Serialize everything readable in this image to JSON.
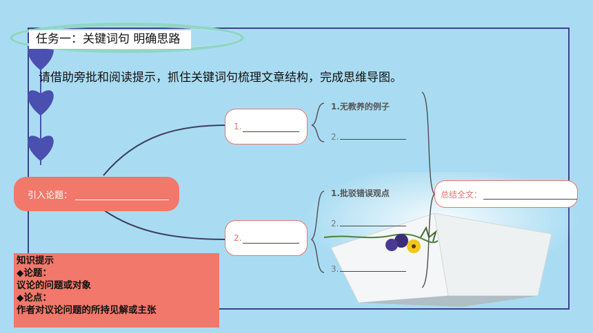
{
  "title": "任务一：关键词句 明确思路",
  "instruction": "请借助旁批和阅读提示，抓住关键词句梳理文章结构，完成思维导图。",
  "intro_node": {
    "label": "引入论题："
  },
  "branch1": {
    "label": "1.",
    "sub1": "1.无教养的例子",
    "sub2": "2."
  },
  "branch2": {
    "label": "2.",
    "sub1": "1.批驳错误观点",
    "sub2": "2.",
    "sub3": "3."
  },
  "summary": {
    "label": "总结全文："
  },
  "knowledge": {
    "heading": "知识提示",
    "point1": "◆论题：",
    "point1_desc": "议论的问题或对象",
    "point2": "◆论点：",
    "point2_desc": "作者对议论问题的所持见解或主张"
  },
  "icons": [
    "heart-chain-icon",
    "book-flower-icon"
  ],
  "colors": {
    "background": "#a9dcf2",
    "accent": "#f1786a",
    "frame": "#3b3f8f",
    "heart": "#4a4fb0"
  }
}
